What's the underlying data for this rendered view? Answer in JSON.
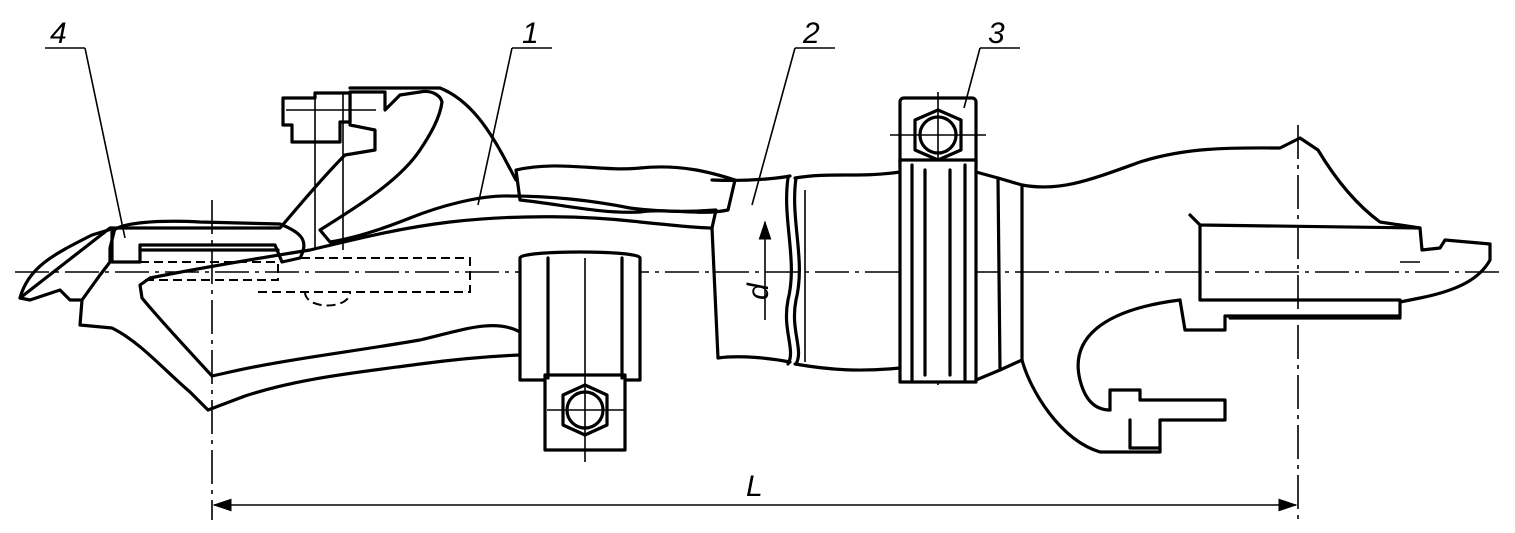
{
  "figure": {
    "callouts": [
      {
        "id": "4",
        "label": "4"
      },
      {
        "id": "1",
        "label": "1"
      },
      {
        "id": "2",
        "label": "2"
      },
      {
        "id": "3",
        "label": "3"
      }
    ],
    "dimensions": {
      "diameter": "d",
      "length": "L"
    }
  }
}
